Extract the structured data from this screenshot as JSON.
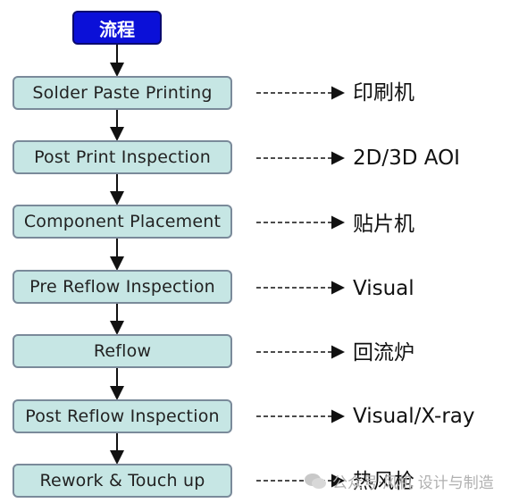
{
  "header": {
    "title": "流程"
  },
  "steps": [
    {
      "label": "Solder Paste Printing",
      "target": "印刷机"
    },
    {
      "label": "Post Print Inspection",
      "target": "2D/3D AOI"
    },
    {
      "label": "Component Placement",
      "target": "贴片机"
    },
    {
      "label": "Pre Reflow Inspection",
      "target": "Visual"
    },
    {
      "label": "Reflow",
      "target": "回流炉"
    },
    {
      "label": "Post Reflow Inspection",
      "target": "Visual/X-ray"
    },
    {
      "label": "Rework & Touch up",
      "target": "热风枪"
    }
  ],
  "watermark": {
    "text": "公众号·风机 设计与制造"
  },
  "colors": {
    "header_fill": "#0b10d8",
    "step_fill": "#c6e6e4",
    "step_border": "#7a8a9a",
    "arrow": "#111111"
  }
}
